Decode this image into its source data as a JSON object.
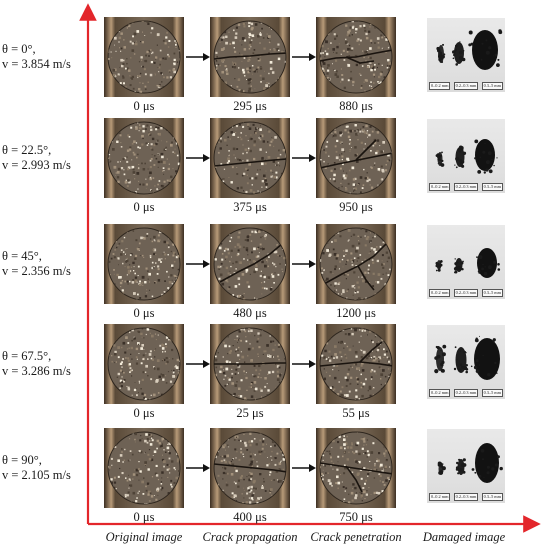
{
  "rows": [
    {
      "label_line1": "θ = 0°,",
      "label_line2": "v = 3.854 m/s",
      "times": [
        "0 μs",
        "295 μs",
        "880 μs"
      ],
      "damage_bins": [
        "0–0.2 mm",
        "0.2–0.3 mm",
        "0.3–5 mm"
      ]
    },
    {
      "label_line1": "θ = 22.5°,",
      "label_line2": "v = 2.993 m/s",
      "times": [
        "0 μs",
        "375 μs",
        "950 μs"
      ],
      "damage_bins": [
        "0–0.2 mm",
        "0.2–0.3 mm",
        "0.3–5 mm"
      ]
    },
    {
      "label_line1": "θ = 45°,",
      "label_line2": "v = 2.356 m/s",
      "times": [
        "0 μs",
        "480 μs",
        "1200 μs"
      ],
      "damage_bins": [
        "0–0.2 mm",
        "0.2–0.3 mm",
        "0.3–5 mm"
      ]
    },
    {
      "label_line1": "θ = 67.5°,",
      "label_line2": "v = 3.286 m/s",
      "times": [
        "0 μs",
        "25 μs",
        "55 μs"
      ],
      "damage_bins": [
        "0–0.2 mm",
        "0.2–0.3 mm",
        "0.3–5 mm"
      ]
    },
    {
      "label_line1": "θ = 90°,",
      "label_line2": "v = 2.105 m/s",
      "times": [
        "0 μs",
        "400 μs",
        "750 μs"
      ],
      "damage_bins": [
        "0–0.2 mm",
        "0.2–0.3 mm",
        "0.3–5 mm"
      ]
    }
  ],
  "columns": [
    "Original image",
    "Crack propagation",
    "Crack penetration",
    "Damaged image"
  ],
  "colors": {
    "axis": "#e3262b",
    "arrow": "#111111"
  }
}
